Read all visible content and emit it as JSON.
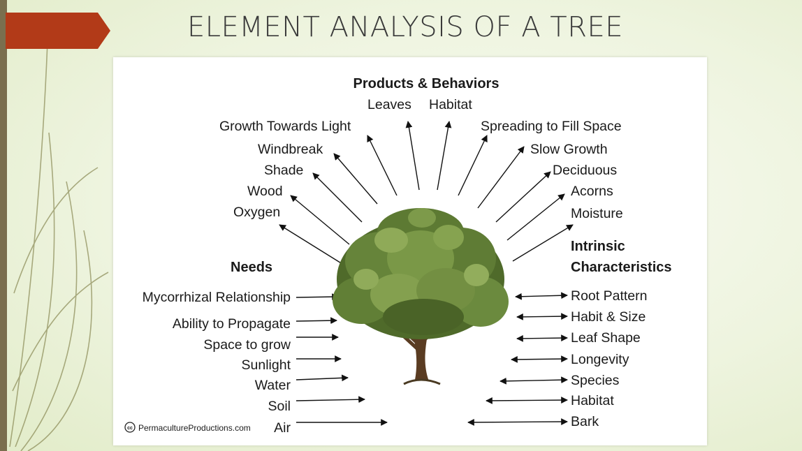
{
  "slide": {
    "title": "ELEMENT ANALYSIS OF A TREE",
    "accent_color": "#b23a18",
    "background_color": "#eef4df"
  },
  "diagram": {
    "headings": {
      "products": "Products & Behaviors",
      "needs": "Needs",
      "intrinsic_line1": "Intrinsic",
      "intrinsic_line2": "Characteristics"
    },
    "products_behaviors": [
      "Leaves",
      "Habitat",
      "Growth Towards Light",
      "Spreading to Fill Space",
      "Windbreak",
      "Slow Growth",
      "Shade",
      "Deciduous",
      "Wood",
      "Acorns",
      "Oxygen",
      "Moisture"
    ],
    "needs": [
      "Mycorrhizal Relationship",
      "Ability to Propagate",
      "Space to grow",
      "Sunlight",
      "Water",
      "Soil",
      "Air"
    ],
    "intrinsic_characteristics": [
      "Root Pattern",
      "Habit & Size",
      "Leaf Shape",
      "Longevity",
      "Species",
      "Habitat",
      "Bark"
    ],
    "credit": "PermacultureProductions.com",
    "credit_badge": "cc",
    "center_image": "oak-tree"
  }
}
